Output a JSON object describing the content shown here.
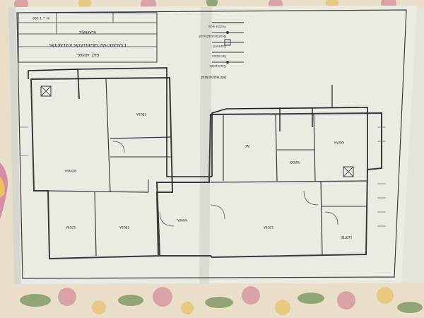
{
  "photo": {
    "subject": "Folded photocopied architectural floor plan on a floral-patterned tablecloth",
    "colors": {
      "tablecloth": "#e9dfc9",
      "flower_pink": "#d9a3a6",
      "flower_yellow": "#e8c982",
      "leaf_green": "#93a577",
      "paper": "#ebeae3",
      "paper_shadow": "#cfcfc7",
      "ink": "#3a3a3a",
      "cushion_pink": "#d78da6"
    }
  },
  "title_block": {
    "line_1": "GAZ. ANYAG.",
    "line_2": "CSALÁDI HÁZ GÁZELLÁTÁS ÁTALAKÍTÁS",
    "line_3": "ALAPRAJZ",
    "scale": "M = 1:100"
  },
  "legend": {
    "heading": "Jelmagyarázat",
    "items": [
      "Gázvezeték",
      "Fali elzáró",
      "Gázmérő",
      "Nyomásszabályozó",
      "Tisztító idom"
    ]
  },
  "rooms": [
    {
      "label": "KONYHA"
    },
    {
      "label": "SZOBA"
    },
    {
      "label": "SZOBA"
    },
    {
      "label": "SZOBA"
    },
    {
      "label": "SZOBA"
    },
    {
      "label": "KAZÁN"
    },
    {
      "label": "FÜRDŐ"
    },
    {
      "label": "WC"
    },
    {
      "label": "ELŐTÉR"
    },
    {
      "label": "KAMRA"
    }
  ]
}
